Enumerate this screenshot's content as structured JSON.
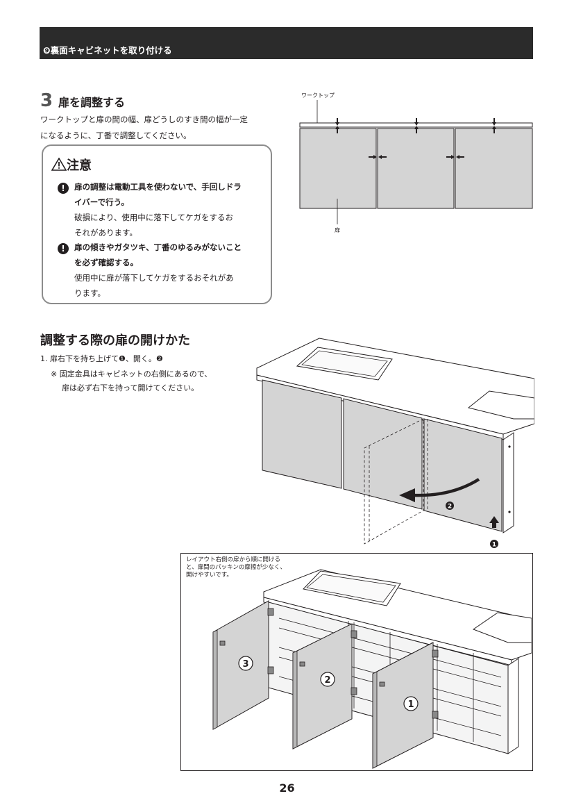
{
  "header": {
    "title": "❾裏面キャビネットを取り付ける"
  },
  "step": {
    "number": "3",
    "title": "扉を調整する",
    "description_lines": [
      "ワークトップと扉の間の幅、扉どうしのすき間の幅が一定",
      "になるように、丁番で調整してください。"
    ]
  },
  "caution": {
    "title": "注意",
    "items": [
      {
        "icon": "!",
        "heading_lines": [
          "扉の調整は電動工具を使わないで、手回しドラ",
          "イバーで行う。"
        ],
        "body_lines": [
          "破損により、使用中に落下してケガをするお",
          "それがあります。"
        ]
      },
      {
        "icon": "!",
        "heading_lines": [
          "扉の傾きやガタツキ、丁番のゆるみがないこと",
          "を必ず確認する。"
        ],
        "body_lines": [
          "使用中に扉が落下してケガをするおそれがあ",
          "ります。"
        ]
      }
    ]
  },
  "diagram1": {
    "worktop_label": "ワークトップ",
    "door_label": "扉"
  },
  "section": {
    "title": "調整する際の扉の開けかた",
    "lines": [
      "1. 扉右下を持ち上げて❶、開く。❷",
      "※ 固定金具はキャビネットの右側にあるので、",
      "扉は必ず右下を持って開けてください。"
    ]
  },
  "figure1": {
    "markers": [
      "❶",
      "❷"
    ]
  },
  "note": {
    "lines": [
      "レイアウト右側の扉から順に開ける",
      "と、扉間のパッキンの摩擦が少なく、",
      "開けやすいです。"
    ],
    "door_numbers": [
      "③",
      "②",
      "①"
    ]
  },
  "page_number": "26",
  "colors": {
    "header_bg": "#2b2b2b",
    "door_fill": "#d4d4d4",
    "border": "#8c8c8c"
  }
}
